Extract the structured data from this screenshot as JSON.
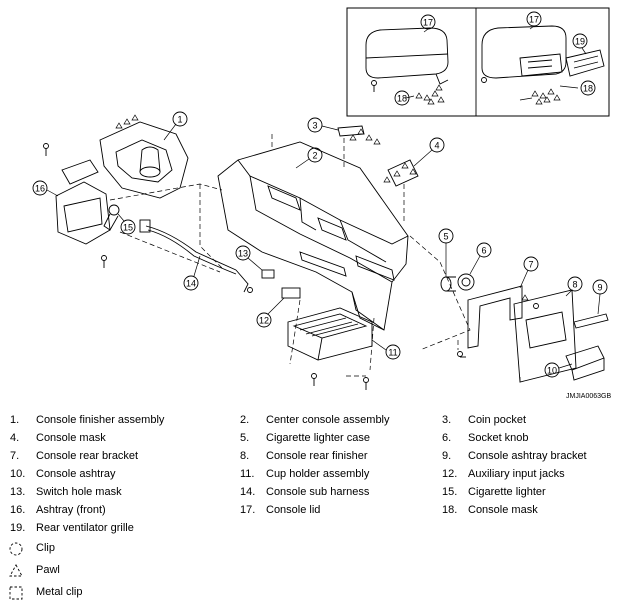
{
  "diagram": {
    "callouts": [
      "1",
      "2",
      "3",
      "4",
      "5",
      "6",
      "7",
      "8",
      "9",
      "10",
      "11",
      "12",
      "13",
      "14",
      "15",
      "16",
      "17",
      "18",
      "19"
    ],
    "inset_callouts": [
      "17",
      "18",
      "17",
      "19",
      "18"
    ],
    "image_code": "JMJIA0063GB"
  },
  "legend": {
    "items": [
      {
        "num": "1.",
        "label": "Console finisher assembly"
      },
      {
        "num": "2.",
        "label": "Center console assembly"
      },
      {
        "num": "3.",
        "label": "Coin pocket"
      },
      {
        "num": "4.",
        "label": "Console mask"
      },
      {
        "num": "5.",
        "label": "Cigarette lighter case"
      },
      {
        "num": "6.",
        "label": "Socket knob"
      },
      {
        "num": "7.",
        "label": "Console rear bracket"
      },
      {
        "num": "8.",
        "label": "Console rear finisher"
      },
      {
        "num": "9.",
        "label": "Console ashtray bracket"
      },
      {
        "num": "10.",
        "label": "Console ashtray"
      },
      {
        "num": "11.",
        "label": "Cup holder assembly"
      },
      {
        "num": "12.",
        "label": "Auxiliary input jacks"
      },
      {
        "num": "13.",
        "label": "Switch hole mask"
      },
      {
        "num": "14.",
        "label": "Console sub harness"
      },
      {
        "num": "15.",
        "label": "Cigarette lighter"
      },
      {
        "num": "16.",
        "label": "Ashtray (front)"
      },
      {
        "num": "17.",
        "label": "Console lid"
      },
      {
        "num": "18.",
        "label": "Console mask"
      },
      {
        "num": "19.",
        "label": "Rear ventilator grille"
      }
    ],
    "symbols": [
      {
        "icon": "clip-icon",
        "label": "Clip"
      },
      {
        "icon": "pawl-icon",
        "label": "Pawl"
      },
      {
        "icon": "metal-clip-icon",
        "label": "Metal clip"
      }
    ]
  }
}
